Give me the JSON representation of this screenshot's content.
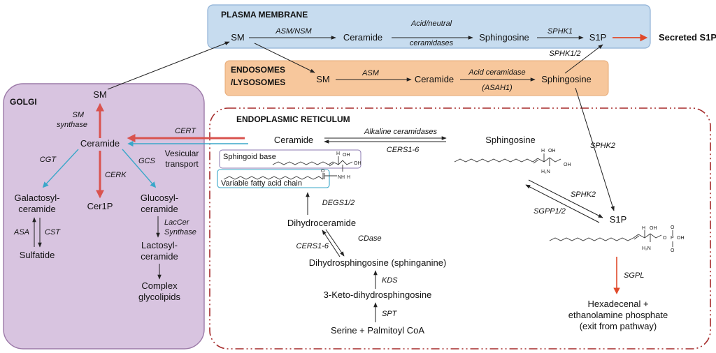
{
  "compartments": {
    "plasma_membrane": "PLASMA MEMBRANE",
    "endosomes_line1": "ENDOSOMES",
    "endosomes_line2": "/LYSOSOMES",
    "golgi": "GOLGI",
    "er": "ENDOPLASMIC RETICULUM"
  },
  "plasma_membrane": {
    "sm": "SM",
    "ceramide": "Ceramide",
    "sphingosine": "Sphingosine",
    "s1p": "S1P",
    "secreted": "Secreted S1P",
    "asm_nsm": "ASM/NSM",
    "ceramidases_1": "Acid/neutral",
    "ceramidases_2": "ceramidases",
    "sphk1": "SPHK1",
    "sphk12": "SPHK1/2"
  },
  "endosomes": {
    "sm": "SM",
    "ceramide": "Ceramide",
    "sphingosine": "Sphingosine",
    "asm": "ASM",
    "acid_ceramidase": "Acid ceramidase",
    "asah1": "(ASAH1)"
  },
  "golgi": {
    "sm": "SM",
    "sm_synthase_1": "SM",
    "sm_synthase_2": "synthase",
    "ceramide": "Ceramide",
    "cgt": "CGT",
    "cerk": "CERK",
    "gcs": "GCS",
    "galacto_1": "Galactosyl-",
    "galacto_2": "ceramide",
    "cer1p": "Cer1P",
    "gluco_1": "Glucosyl-",
    "gluco_2": "ceramide",
    "asa": "ASA",
    "cst": "CST",
    "sulfatide": "Sulfatide",
    "laccer_1": "LacCer",
    "laccer_2": "Synthase",
    "lacto_1": "Lactosyl-",
    "lacto_2": "ceramide",
    "complex_1": "Complex",
    "complex_2": "glycolipids"
  },
  "transport": {
    "cert": "CERT",
    "vesicular_1": "Vesicular",
    "vesicular_2": "transport"
  },
  "er": {
    "ceramide": "Ceramide",
    "alk_ceramidases": "Alkaline  ceramidases",
    "cers16_top": "CERS1-6",
    "sphingosine": "Sphingosine",
    "sphingoid_base": "Sphingoid base",
    "fatty_acid": "Variable fatty acid chain",
    "degs": "DEGS1/2",
    "dihydroceramide": "Dihydroceramide",
    "cers16": "CERS1-6",
    "cdase": "CDase",
    "dihydrosphingosine": "Dihydrosphingosine (sphinganine)",
    "kds": "KDS",
    "keto": "3-Keto-dihydrosphingosine",
    "spt": "SPT",
    "serine": "Serine  + Palmitoyl CoA",
    "sphk2_top": "SPHK2",
    "sphk2": "SPHK2",
    "sgpp": "SGPP1/2",
    "s1p": "S1P",
    "sgpl": "SGPL",
    "hexa_1": "Hexadecenal +",
    "hexa_2": "ethanolamine phosphate",
    "hexa_3": "(exit from pathway)"
  },
  "atoms": {
    "h": "H",
    "oh": "OH",
    "nh": "NH",
    "o": "O",
    "h2n": "H₂N",
    "p": "P"
  },
  "colors": {
    "plasma_membrane_fill": "#c7dcef",
    "plasma_membrane_border": "#8fb1d6",
    "endosome_fill": "#f7c79c",
    "golgi_fill": "#d8c4e0",
    "er_border": "#a52a2a",
    "red_arrow": "#d9534f",
    "blue_arrow": "#3aa7c9"
  }
}
